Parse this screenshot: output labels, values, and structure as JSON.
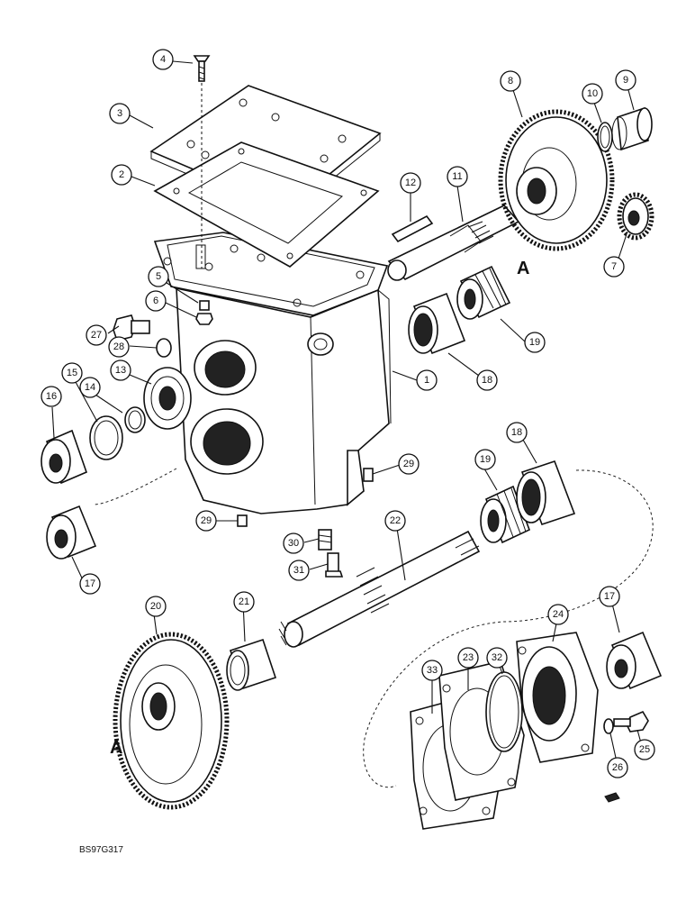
{
  "title": "",
  "drawing_code": "BS97G317",
  "reference_letter": "A",
  "callouts": [
    "1",
    "2",
    "3",
    "4",
    "5",
    "6",
    "7",
    "8",
    "9",
    "10",
    "11",
    "12",
    "13",
    "14",
    "15",
    "16",
    "17",
    "17",
    "18",
    "18",
    "19",
    "19",
    "20",
    "21",
    "22",
    "23",
    "24",
    "25",
    "26",
    "27",
    "28",
    "29",
    "29",
    "30",
    "31",
    "32",
    "33"
  ]
}
